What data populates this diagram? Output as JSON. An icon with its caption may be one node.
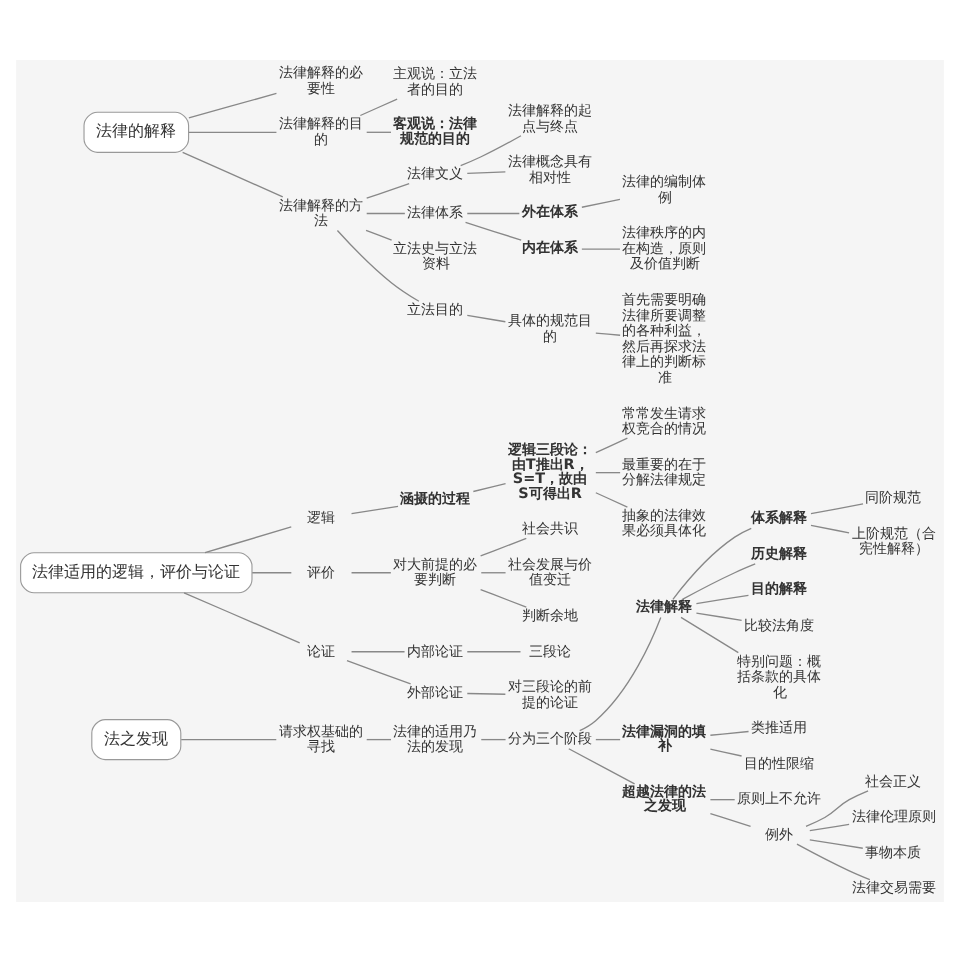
{
  "diagram": {
    "nodes": [
      {
        "text": [
          "法之发现"
        ]
      },
      {
        "text": [
          "请求权基础的寻找"
        ]
      },
      {
        "text": [
          "法律的适用乃法的发现"
        ]
      },
      {
        "text": [
          "分为三个阶段"
        ]
      },
      {
        "text": [
          "法律解释"
        ]
      },
      {
        "text": [
          "体系解释"
        ]
      },
      {
        "text": [
          "同阶规范"
        ]
      },
      {
        "text": [
          "上阶规范（合宪性解释）"
        ]
      },
      {
        "text": [
          "历史解释"
        ]
      },
      {
        "text": [
          "目的解释"
        ]
      },
      {
        "text": [
          "比较法角度"
        ]
      },
      {
        "text": [
          "特别问题：概括条款的具体化"
        ]
      },
      {
        "text": [
          "法律漏洞的填补"
        ]
      },
      {
        "text": [
          "类推适用"
        ]
      },
      {
        "text": [
          "目的性限缩"
        ]
      },
      {
        "text": [
          "超越法律的法之发现"
        ]
      },
      {
        "text": [
          "原则上不允许"
        ]
      },
      {
        "text": [
          "例外"
        ]
      },
      {
        "text": [
          "社会正义"
        ]
      },
      {
        "text": [
          "法律伦理原则"
        ]
      },
      {
        "text": [
          "事物本质"
        ]
      },
      {
        "text": [
          "法律交易需要"
        ]
      },
      {
        "text": [
          "法律适用的逻辑，评价与论证"
        ]
      },
      {
        "text": [
          "逻辑"
        ]
      },
      {
        "text": [
          "涵摄的过程"
        ]
      },
      {
        "text": [
          "逻辑三段论：由T推出R，S=T，故由S可得出R"
        ]
      },
      {
        "text": [
          "常常发生请求权竞合的情况"
        ]
      },
      {
        "text": [
          "最重要的在于分解法律规定"
        ]
      },
      {
        "text": [
          "抽象的法律效果必须具体化"
        ]
      },
      {
        "text": [
          "评价"
        ]
      },
      {
        "text": [
          "对大前提的必要判断"
        ]
      },
      {
        "text": [
          "社会共识"
        ]
      },
      {
        "text": [
          "社会发展与价值变迁"
        ]
      },
      {
        "text": [
          "判断余地"
        ]
      },
      {
        "text": [
          "论证"
        ]
      },
      {
        "text": [
          "内部论证"
        ]
      },
      {
        "text": [
          "三段论"
        ]
      },
      {
        "text": [
          "外部论证"
        ]
      },
      {
        "text": [
          "对三段论的前提的论证"
        ]
      },
      {
        "text": [
          "法律的解释"
        ]
      },
      {
        "text": [
          "法律解释的必要性"
        ]
      },
      {
        "text": [
          "法律解释的目的"
        ]
      },
      {
        "text": [
          "主观说：立法者的目的"
        ]
      },
      {
        "text": [
          "客观说：法律规范的目的"
        ]
      },
      {
        "text": [
          "法律解释的方法"
        ]
      },
      {
        "text": [
          "法律文义"
        ]
      },
      {
        "text": [
          "法律解释的起点与终点"
        ]
      },
      {
        "text": [
          "法律概念具有相对性"
        ]
      },
      {
        "text": [
          "法律体系"
        ]
      },
      {
        "text": [
          "外在体系"
        ]
      },
      {
        "text": [
          "法律的编制体例"
        ]
      },
      {
        "text": [
          "内在体系"
        ]
      },
      {
        "text": [
          "法律秩序的内在构造，原则及价值判断"
        ]
      },
      {
        "text": [
          "立法史与立法资料"
        ]
      },
      {
        "text": [
          "立法目的"
        ]
      },
      {
        "text": [
          "具体的规范目的"
        ]
      },
      {
        "text": [
          "首先需要明确法律所要调整的各种利益，然后再探求法律上的判断标准"
        ]
      }
    ],
    "edges": [
      {
        "from": 0,
        "to": 1,
        "arrow": "none"
      },
      {
        "from": 1,
        "to": 2,
        "arrow": "none"
      },
      {
        "from": 2,
        "to": 3,
        "arrow": "none"
      },
      {
        "from": 3,
        "to": 4,
        "arrow": "none"
      },
      {
        "from": 4,
        "to": 5,
        "arrow": "none"
      },
      {
        "from": 5,
        "to": 6,
        "arrow": "none"
      },
      {
        "from": 5,
        "to": 7,
        "arrow": "none"
      },
      {
        "from": 4,
        "to": 8,
        "arrow": "none"
      },
      {
        "from": 4,
        "to": 9,
        "arrow": "none"
      },
      {
        "from": 4,
        "to": 10,
        "arrow": "none"
      },
      {
        "from": 4,
        "to": 11,
        "arrow": "none"
      },
      {
        "from": 3,
        "to": 12,
        "arrow": "none"
      },
      {
        "from": 12,
        "to": 13,
        "arrow": "none"
      },
      {
        "from": 12,
        "to": 14,
        "arrow": "none"
      },
      {
        "from": 3,
        "to": 15,
        "arrow": "none"
      },
      {
        "from": 15,
        "to": 16,
        "arrow": "none"
      },
      {
        "from": 15,
        "to": 17,
        "arrow": "none"
      },
      {
        "from": 17,
        "to": 18,
        "arrow": "none"
      },
      {
        "from": 17,
        "to": 19,
        "arrow": "none"
      },
      {
        "from": 17,
        "to": 20,
        "arrow": "none"
      },
      {
        "from": 17,
        "to": 21,
        "arrow": "none"
      },
      {
        "from": 22,
        "to": 23,
        "arrow": "none"
      },
      {
        "from": 23,
        "to": 24,
        "arrow": "none"
      },
      {
        "from": 24,
        "to": 25,
        "arrow": "none"
      },
      {
        "from": 25,
        "to": 26,
        "arrow": "none"
      },
      {
        "from": 25,
        "to": 27,
        "arrow": "none"
      },
      {
        "from": 25,
        "to": 28,
        "arrow": "none"
      },
      {
        "from": 22,
        "to": 29,
        "arrow": "none"
      },
      {
        "from": 29,
        "to": 30,
        "arrow": "none"
      },
      {
        "from": 30,
        "to": 31,
        "arrow": "none"
      },
      {
        "from": 30,
        "to": 32,
        "arrow": "none"
      },
      {
        "from": 30,
        "to": 33,
        "arrow": "none"
      },
      {
        "from": 22,
        "to": 34,
        "arrow": "none"
      },
      {
        "from": 34,
        "to": 35,
        "arrow": "none"
      },
      {
        "from": 35,
        "to": 36,
        "arrow": "none"
      },
      {
        "from": 34,
        "to": 37,
        "arrow": "none"
      },
      {
        "from": 37,
        "to": 38,
        "arrow": "none"
      },
      {
        "from": 39,
        "to": 40,
        "arrow": "none"
      },
      {
        "from": 39,
        "to": 41,
        "arrow": "none"
      },
      {
        "from": 41,
        "to": 42,
        "arrow": "none"
      },
      {
        "from": 41,
        "to": 43,
        "arrow": "none"
      },
      {
        "from": 39,
        "to": 44,
        "arrow": "none"
      },
      {
        "from": 44,
        "to": 45,
        "arrow": "none"
      },
      {
        "from": 45,
        "to": 46,
        "arrow": "none"
      },
      {
        "from": 45,
        "to": 47,
        "arrow": "none"
      },
      {
        "from": 44,
        "to": 48,
        "arrow": "none"
      },
      {
        "from": 48,
        "to": 49,
        "arrow": "none"
      },
      {
        "from": 49,
        "to": 50,
        "arrow": "none"
      },
      {
        "from": 48,
        "to": 51,
        "arrow": "none"
      },
      {
        "from": 51,
        "to": 52,
        "arrow": "none"
      },
      {
        "from": 44,
        "to": 53,
        "arrow": "none"
      },
      {
        "from": 44,
        "to": 54,
        "arrow": "none"
      },
      {
        "from": 54,
        "to": 55,
        "arrow": "none"
      },
      {
        "from": 55,
        "to": 56,
        "arrow": "none"
      }
    ]
  }
}
